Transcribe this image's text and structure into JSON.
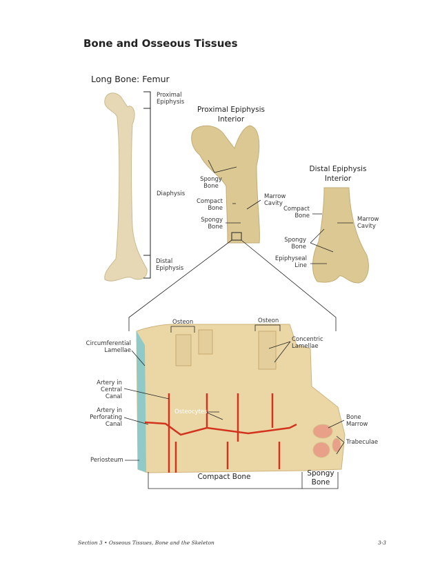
{
  "page_title": "Bone and Osseous Tissues",
  "femur": {
    "title": "Long Bone: Femur",
    "labels": {
      "proximal": "Proximal\nEpiphysis",
      "diaphysis": "Diaphysis",
      "distal": "Distal\nEpiphysis"
    }
  },
  "proximal_interior": {
    "title": "Proximal Epiphysis\nInterior",
    "labels": {
      "spongy1": "Spongy\nBone",
      "compact": "Compact\nBone",
      "spongy2": "Spongy\nBone",
      "marrow": "Marrow\nCavity"
    }
  },
  "distal_interior": {
    "title": "Distal Epiphysis\nInterior",
    "labels": {
      "compact": "Compact\nBone",
      "marrow": "Marrow\nCavity",
      "spongy": "Spongy\nBone",
      "epiphyseal": "Epiphyseal\nLine"
    }
  },
  "block": {
    "labels": {
      "osteon1": "Osteon",
      "osteon2": "Osteon",
      "circumferential": "Circumferential\nLamellae",
      "concentric": "Concentric\nLamellae",
      "central": "Artery in\nCentral\nCanal",
      "perforating": "Artery in\nPerforating\nCanal",
      "periosteum": "Periosteum",
      "osteocytes": "Osteocytes",
      "marrow": "Bone\nMarrow",
      "trabeculae": "Trabeculae",
      "compact": "Compact Bone",
      "spongy": "Spongy\nBone"
    }
  },
  "footer": {
    "left": "Section 3 • Osseous Tissues, Bone and the Skeleton",
    "right": "3-3"
  },
  "colors": {
    "bone": "#e8d9b0",
    "artery": "#d2321e",
    "periosteum": "#8fc9c8"
  }
}
